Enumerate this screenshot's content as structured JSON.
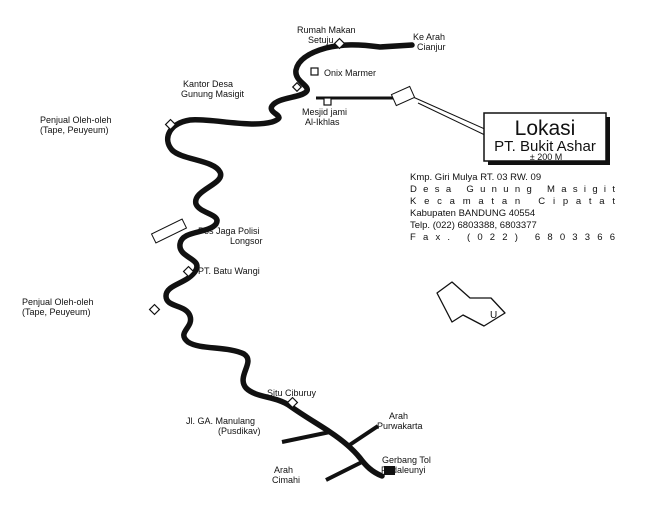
{
  "labels": {
    "rumah_makan": [
      "Rumah Makan",
      "Setuju"
    ],
    "ke_arah_cianjur": [
      "Ke Arah",
      "Cianjur"
    ],
    "onix_marmer": "Onix Marmer",
    "kantor_desa": [
      "Kantor Desa",
      "Gunung Masigit"
    ],
    "mesjid": [
      "Mesjid jami",
      "Al-Ikhlas"
    ],
    "penjual_1": [
      "Penjual Oleh-oleh",
      "(Tape, Peuyeum)"
    ],
    "pos_jaga": [
      "Pos Jaga Polisi",
      "Longsor"
    ],
    "batu_wangi": "PT. Batu Wangi",
    "penjual_2": [
      "Penjual Oleh-oleh",
      "(Tape, Peuyeum)"
    ],
    "situ_ciburuy": "Situ Ciburuy",
    "jl_manulang": [
      "Jl. GA. Manulang",
      "(Pusdikav)"
    ],
    "arah_purwakarta": [
      "Arah",
      "Purwakarta"
    ],
    "gerbang_tol": [
      "Gerbang Tol",
      "Padaleunyi"
    ],
    "arah_cimahi": [
      "Arah",
      "Cimahi"
    ]
  },
  "lokasi": {
    "title": "Lokasi",
    "name": "PT. Bukit Ashar",
    "distance": "± 200 M"
  },
  "address": [
    "Kmp. Giri Mulya RT. 03 RW. 09",
    "Desa  Gunung  Masigit",
    "Kecamatan  Cipatat",
    "Kabupaten BANDUNG 40554",
    "Telp. (022) 6803388, 6803377",
    "Fax.  (022)  6803366"
  ],
  "north_label": "U",
  "colors": {
    "ink": "#111111",
    "paper": "#ffffff"
  }
}
